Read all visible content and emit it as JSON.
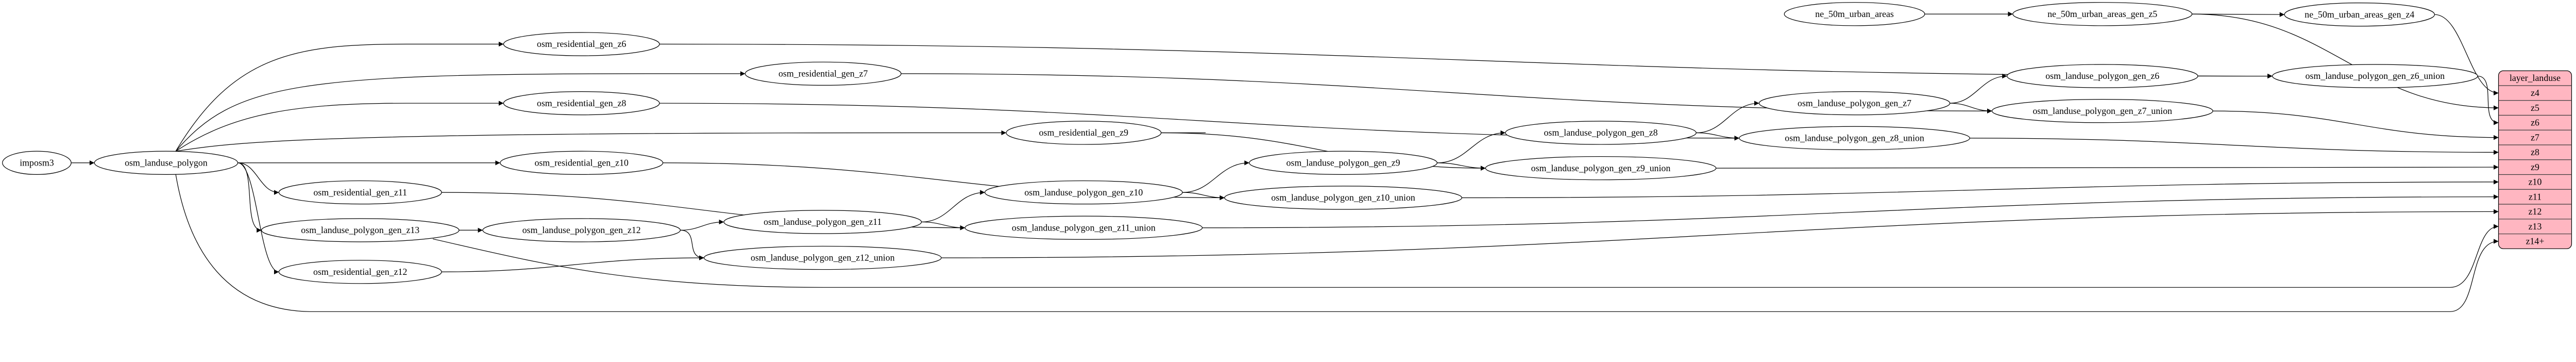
{
  "colors": {
    "table_fill": "#ffb6c1",
    "table_border": "#3a3a3a",
    "node_stroke": "#000000",
    "edge": "#000000"
  },
  "nodes": [
    {
      "id": "imposm3",
      "label": "imposm3"
    },
    {
      "id": "olp",
      "label": "osm_landuse_polygon"
    },
    {
      "id": "res_z6",
      "label": "osm_residential_gen_z6"
    },
    {
      "id": "res_z7",
      "label": "osm_residential_gen_z7"
    },
    {
      "id": "res_z8",
      "label": "osm_residential_gen_z8"
    },
    {
      "id": "res_z9",
      "label": "osm_residential_gen_z9"
    },
    {
      "id": "res_z10",
      "label": "osm_residential_gen_z10"
    },
    {
      "id": "res_z11",
      "label": "osm_residential_gen_z11"
    },
    {
      "id": "res_z12",
      "label": "osm_residential_gen_z12"
    },
    {
      "id": "lp_z13",
      "label": "osm_landuse_polygon_gen_z13"
    },
    {
      "id": "lp_z12",
      "label": "osm_landuse_polygon_gen_z12"
    },
    {
      "id": "lp_z11",
      "label": "osm_landuse_polygon_gen_z11"
    },
    {
      "id": "lp_z10",
      "label": "osm_landuse_polygon_gen_z10"
    },
    {
      "id": "lp_z9",
      "label": "osm_landuse_polygon_gen_z9"
    },
    {
      "id": "lp_z8",
      "label": "osm_landuse_polygon_gen_z8"
    },
    {
      "id": "lp_z7",
      "label": "osm_landuse_polygon_gen_z7"
    },
    {
      "id": "lp_z6",
      "label": "osm_landuse_polygon_gen_z6"
    },
    {
      "id": "lp_z12_union",
      "label": "osm_landuse_polygon_gen_z12_union"
    },
    {
      "id": "lp_z11_union",
      "label": "osm_landuse_polygon_gen_z11_union"
    },
    {
      "id": "lp_z10_union",
      "label": "osm_landuse_polygon_gen_z10_union"
    },
    {
      "id": "lp_z9_union",
      "label": "osm_landuse_polygon_gen_z9_union"
    },
    {
      "id": "lp_z8_union",
      "label": "osm_landuse_polygon_gen_z8_union"
    },
    {
      "id": "lp_z7_union",
      "label": "osm_landuse_polygon_gen_z7_union"
    },
    {
      "id": "lp_z6_union",
      "label": "osm_landuse_polygon_gen_z6_union"
    },
    {
      "id": "ne_urban",
      "label": "ne_50m_urban_areas"
    },
    {
      "id": "ne_z5",
      "label": "ne_50m_urban_areas_gen_z5"
    },
    {
      "id": "ne_z4",
      "label": "ne_50m_urban_areas_gen_z4"
    }
  ],
  "table": {
    "title": "layer_landuse",
    "rows": [
      "z4",
      "z5",
      "z6",
      "z7",
      "z8",
      "z9",
      "z10",
      "z11",
      "z12",
      "z13",
      "z14+"
    ]
  },
  "edges": [
    {
      "from": "imposm3",
      "to": "olp"
    },
    {
      "from": "olp",
      "to": "res_z6"
    },
    {
      "from": "olp",
      "to": "res_z7"
    },
    {
      "from": "olp",
      "to": "res_z8"
    },
    {
      "from": "olp",
      "to": "res_z9"
    },
    {
      "from": "olp",
      "to": "res_z10"
    },
    {
      "from": "olp",
      "to": "res_z11"
    },
    {
      "from": "olp",
      "to": "lp_z13"
    },
    {
      "from": "olp",
      "to": "res_z12"
    },
    {
      "from": "olp",
      "to": "table:z14+"
    },
    {
      "from": "lp_z13",
      "to": "lp_z12"
    },
    {
      "from": "lp_z13",
      "to": "table:z13"
    },
    {
      "from": "lp_z12",
      "to": "lp_z11"
    },
    {
      "from": "lp_z12",
      "to": "lp_z12_union"
    },
    {
      "from": "res_z12",
      "to": "lp_z12_union"
    },
    {
      "from": "lp_z12_union",
      "to": "table:z12"
    },
    {
      "from": "lp_z11",
      "to": "lp_z10"
    },
    {
      "from": "lp_z11",
      "to": "lp_z11_union"
    },
    {
      "from": "res_z11",
      "to": "lp_z11_union"
    },
    {
      "from": "lp_z11_union",
      "to": "table:z11"
    },
    {
      "from": "lp_z10",
      "to": "lp_z9"
    },
    {
      "from": "lp_z10",
      "to": "lp_z10_union"
    },
    {
      "from": "res_z10",
      "to": "lp_z10_union"
    },
    {
      "from": "lp_z10_union",
      "to": "table:z10"
    },
    {
      "from": "lp_z9",
      "to": "lp_z8"
    },
    {
      "from": "lp_z9",
      "to": "lp_z9_union"
    },
    {
      "from": "res_z9",
      "to": "lp_z9_union"
    },
    {
      "from": "lp_z9_union",
      "to": "table:z9"
    },
    {
      "from": "lp_z8",
      "to": "lp_z7"
    },
    {
      "from": "lp_z8",
      "to": "lp_z8_union"
    },
    {
      "from": "res_z8",
      "to": "lp_z8_union"
    },
    {
      "from": "lp_z8_union",
      "to": "table:z8"
    },
    {
      "from": "lp_z7",
      "to": "lp_z6"
    },
    {
      "from": "lp_z7",
      "to": "lp_z7_union"
    },
    {
      "from": "res_z7",
      "to": "lp_z7_union"
    },
    {
      "from": "lp_z7_union",
      "to": "table:z7"
    },
    {
      "from": "lp_z6",
      "to": "lp_z6_union"
    },
    {
      "from": "res_z6",
      "to": "lp_z6_union"
    },
    {
      "from": "lp_z6_union",
      "to": "table:z6"
    },
    {
      "from": "ne_urban",
      "to": "ne_z5"
    },
    {
      "from": "ne_z5",
      "to": "ne_z4"
    },
    {
      "from": "ne_z5",
      "to": "table:z5"
    },
    {
      "from": "ne_z4",
      "to": "table:z4"
    }
  ]
}
